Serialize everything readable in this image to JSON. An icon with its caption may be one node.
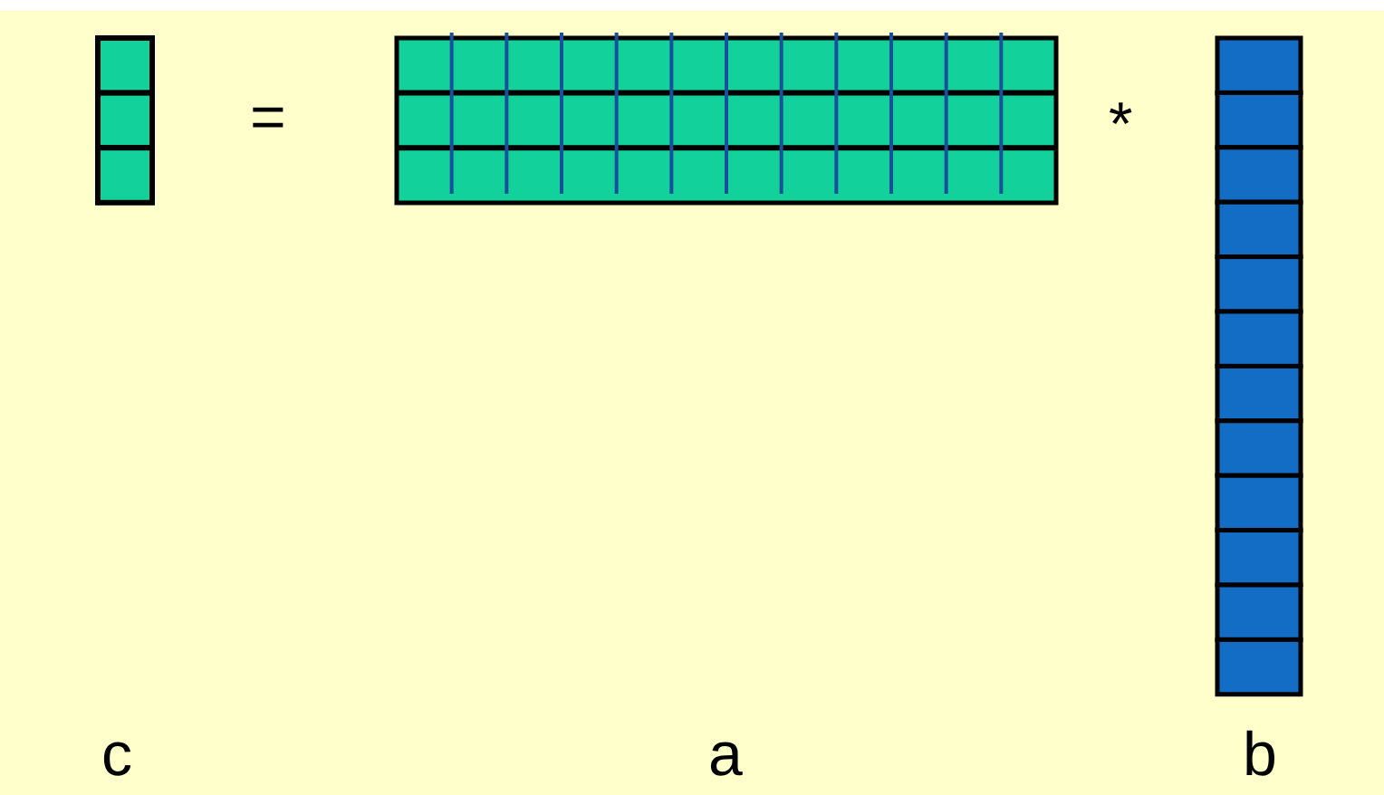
{
  "diagram": {
    "labels": [
      "=",
      "*",
      "c",
      "a",
      "b"
    ]
  }
}
